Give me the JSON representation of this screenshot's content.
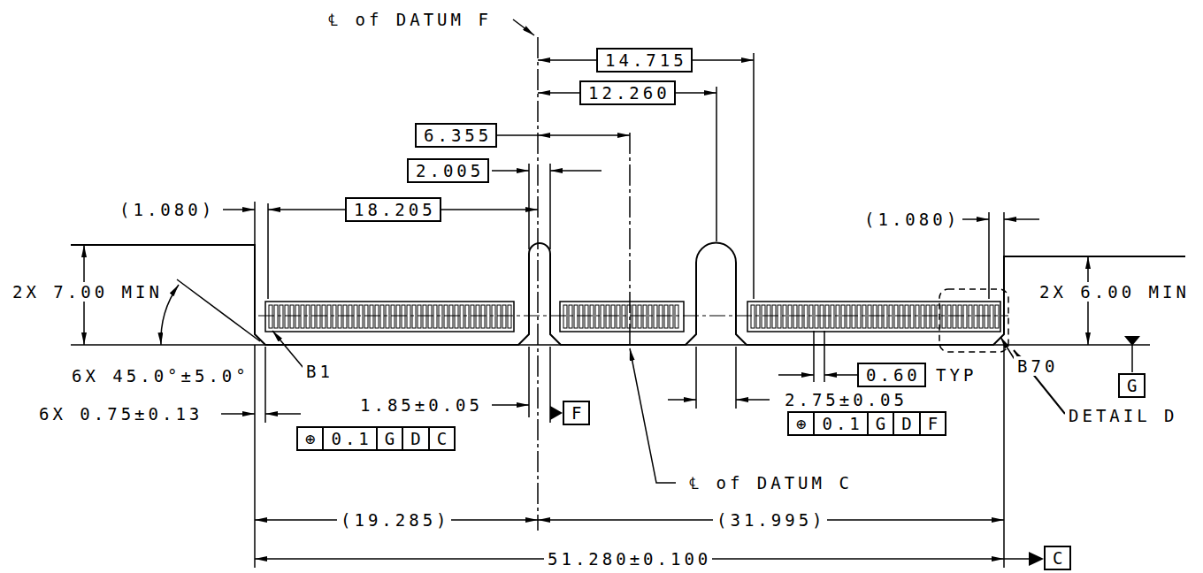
{
  "diagram": {
    "nodes": [
      {
        "text": [
          "14.715"
        ]
      },
      {
        "text": [
          "12.260"
        ]
      },
      {
        "text": [
          "6.355"
        ]
      },
      {
        "text": [
          "2.005"
        ]
      },
      {
        "text": [
          "18.205"
        ]
      },
      {
        "text": [
          "⊕",
          "0.1",
          "G",
          "D",
          "C"
        ]
      },
      {
        "text": [
          "F"
        ]
      },
      {
        "text": [
          "0.60"
        ]
      },
      {
        "text": [
          "⊕",
          "0.1",
          "G",
          "D",
          "F"
        ]
      },
      {
        "text": [
          "G"
        ]
      },
      {
        "text": [
          "C"
        ]
      }
    ],
    "labels": [
      "℄ of DATUM F",
      "(1.080)",
      "(1.080)",
      "2X 7.00 MIN",
      "2X 6.00 MIN",
      "6X 45.0°±5.0°",
      "B1",
      "6X 0.75±0.13",
      "1.85±0.05",
      "2.75±0.05",
      "TYP",
      "B70",
      "DETAIL D",
      "℄ of DATUM C",
      "(19.285)",
      "(31.995)",
      "51.280±0.100"
    ]
  }
}
